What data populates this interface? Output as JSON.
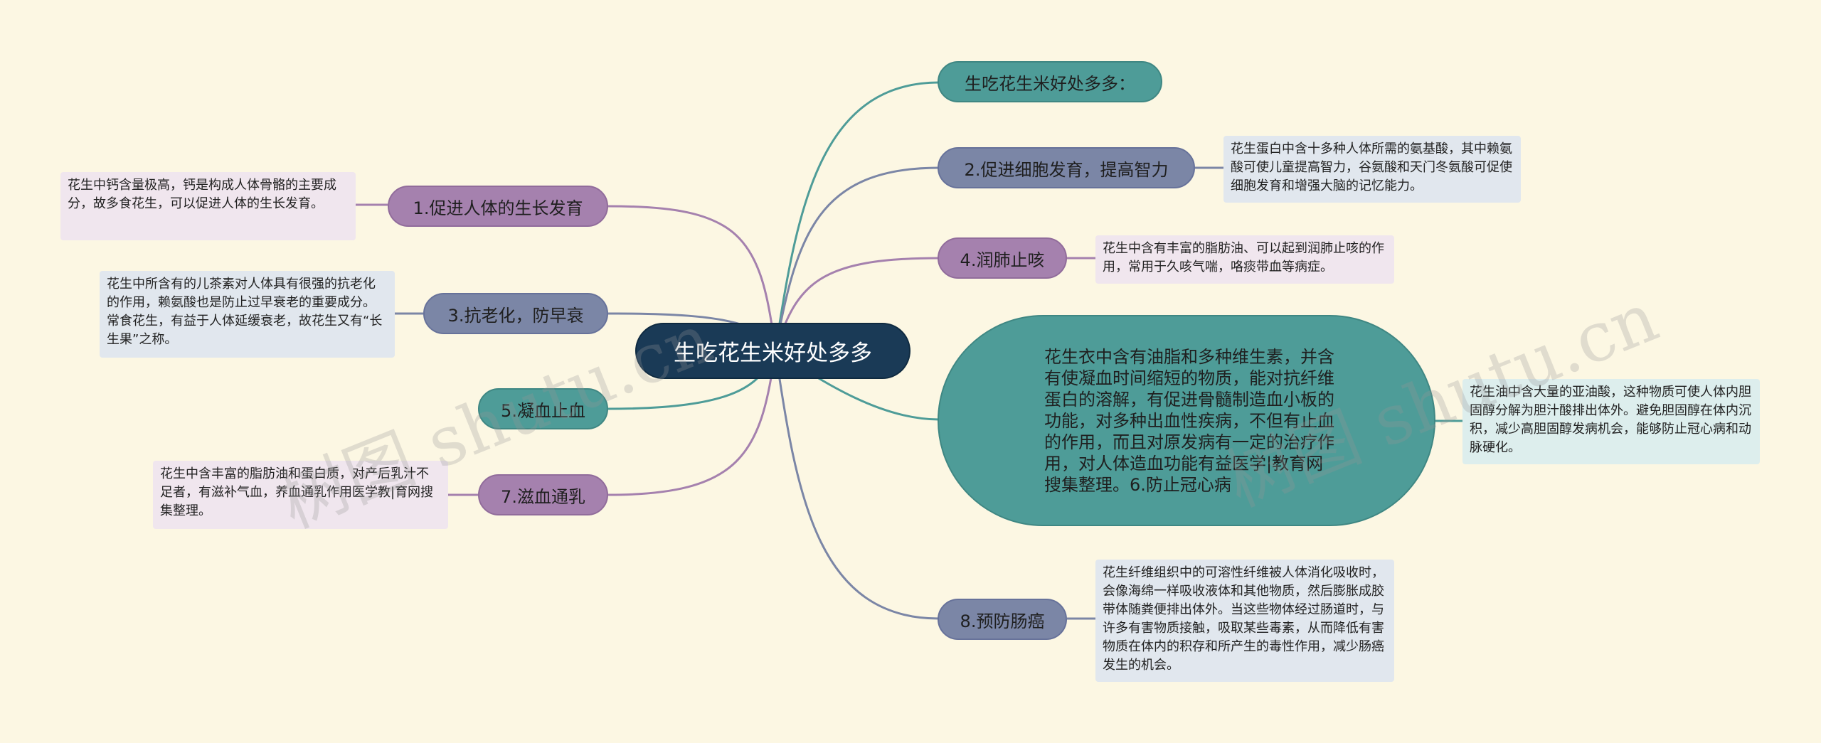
{
  "central": "生吃花生米好处多多",
  "intro": "生吃花生米好处多多：",
  "branches": {
    "b1": {
      "label": "1.促进人体的生长发育",
      "note": "花生中钙含量极高，钙是构成人体骨骼的主要成分，故多食花生，可以促进人体的生长发育。"
    },
    "b2": {
      "label": "2.促进细胞发育，提高智力",
      "note": "花生蛋白中含十多种人体所需的氨基酸，其中赖氨酸可使儿童提高智力，谷氨酸和天门冬氨酸可促使细胞发育和增强大脑的记忆能力。"
    },
    "b3": {
      "label": "3.抗老化，防早衰",
      "note": "花生中所含有的儿茶素对人体具有很强的抗老化的作用，赖氨酸也是防止过早衰老的重要成分。常食花生，有益于人体延缓衰老，故花生又有“长生果”之称。"
    },
    "b4": {
      "label": "4.润肺止咳",
      "note": "花生中含有丰富的脂肪油、可以起到润肺止咳的作用，常用于久咳气喘，咯痰带血等病症。"
    },
    "b5": {
      "label": "5.凝血止血"
    },
    "b6": {
      "label": "花生衣中含有油脂和多种维生素，并含有使凝血时间缩短的物质，能对抗纤维蛋白的溶解，有促进骨髓制造血小板的功能，对多种出血性疾病，不但有止血的作用，而且对原发病有一定的治疗作用，对人体造血功能有益医学|教育网搜集整理。6.防止冠心病",
      "note": "花生油中含大量的亚油酸，这种物质可使人体内胆固醇分解为胆汁酸排出体外。避免胆固醇在体内沉积，减少高胆固醇发病机会，能够防止冠心病和动脉硬化。"
    },
    "b7": {
      "label": "7.滋血通乳",
      "note": "花生中含丰富的脂肪油和蛋白质，对产后乳汁不足者，有滋补气血，养血通乳作用医学教|育网搜集整理。"
    },
    "b8": {
      "label": "8.预防肠癌",
      "note": "花生纤维组织中的可溶性纤维被人体消化吸收时，会像海绵一样吸收液体和其他物质，然后膨胀成胶带体随粪便排出体外。当这些物体经过肠道时，与许多有害物质接触，吸取某些毒素，从而降低有害物质在体内的积存和所产生的毒性作用，减少肠癌发生的机会。"
    }
  },
  "watermark": [
    "树图 shutu.cn",
    "树图 shutu.cn"
  ],
  "colors": {
    "central": "#1a3a56",
    "teal": "#4e9c98",
    "slate": "#7b86a6",
    "purple": "#a581ae",
    "background": "#fcf7e3"
  }
}
